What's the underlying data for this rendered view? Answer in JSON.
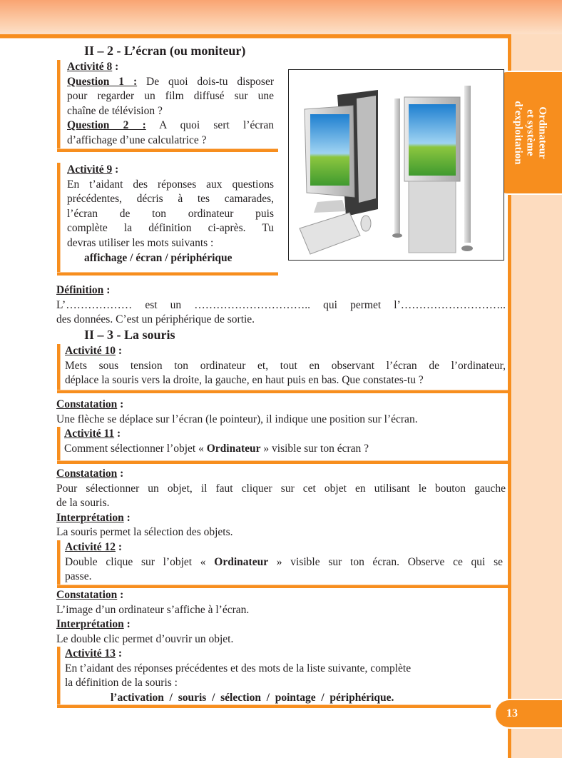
{
  "chapter_tab": {
    "lines": [
      "Ordinateur",
      "et système",
      "d’exploitation"
    ]
  },
  "page_number": "13",
  "section_2": {
    "title": "II – 2 - L’écran (ou moniteur)"
  },
  "activity_8": {
    "label": "Activité 8",
    "q1_label": "Question 1 :",
    "q1_lines": [
      "De quoi dois-tu disposer",
      "pour regarder un film diffusé sur une",
      "chaîne de télévision ?"
    ],
    "q2_label": "Question 2 :",
    "q2_lines": [
      "A quoi sert l’écran",
      "d’affichage d’une calculatrice ?"
    ]
  },
  "activity_9": {
    "label": "Activité 9",
    "lines": [
      "En t’aidant des réponses aux questions",
      "précédentes, décris à tes camarades,",
      "l’écran de ton ordinateur puis",
      "complète la définition ci-après. Tu",
      "devras utiliser les mots suivants :"
    ],
    "words": "affichage / écran / périphérique"
  },
  "picture": {
    "icon": "computer-and-television-illustration"
  },
  "definition": {
    "label": "Définition",
    "line1": "L’……………… est un ………………………….. qui permet l’………………………..",
    "line2": "des données. C’est un périphérique de sortie."
  },
  "section_3": {
    "title": "II – 3 - La souris"
  },
  "activity_10": {
    "label": "Activité 10",
    "line1": "Mets sous tension ton ordinateur et, tout en observant l’écran de l’ordinateur,",
    "line2": "déplace la souris vers la droite, la gauche, en haut puis en bas. Que constates-tu ?"
  },
  "constatation_1": {
    "label": "Constatation",
    "text": "Une flèche se déplace sur l’écran (le pointeur), il indique une position sur l’écran."
  },
  "activity_11": {
    "label": "Activité 11",
    "text_before": "Comment sélectionner l’objet « ",
    "bold": "Ordinateur",
    "text_after": " » visible sur ton écran ?"
  },
  "constatation_2": {
    "label": "Constatation",
    "line1": "Pour sélectionner un objet, il faut cliquer sur cet objet en utilisant le bouton gauche",
    "line2": "de la souris."
  },
  "interpretation_1": {
    "label": "Interprétation",
    "text": "La souris permet la sélection des objets."
  },
  "activity_12": {
    "label": "Activité 12",
    "text_before": "Double clique sur l’objet « ",
    "bold": "Ordinateur",
    "text_after": " » visible sur ton écran. Observe ce qui se",
    "line2": "passe."
  },
  "constatation_3": {
    "label": "Constatation",
    "text": "L’image d’un ordinateur s’affiche à l’écran."
  },
  "interpretation_2": {
    "label": "Interprétation",
    "text": "Le double clic permet d’ouvrir un objet."
  },
  "activity_13": {
    "label": "Activité 13",
    "line1": "En t’aidant des réponses précédentes et des mots de la liste suivante, complète",
    "line2": "la définition de la souris :",
    "words": "l’activation  /  souris  /  sélection  /  pointage  /  périphérique."
  },
  "colors": {
    "accent": "#f78e1e",
    "side_column": "#fddcbf"
  }
}
